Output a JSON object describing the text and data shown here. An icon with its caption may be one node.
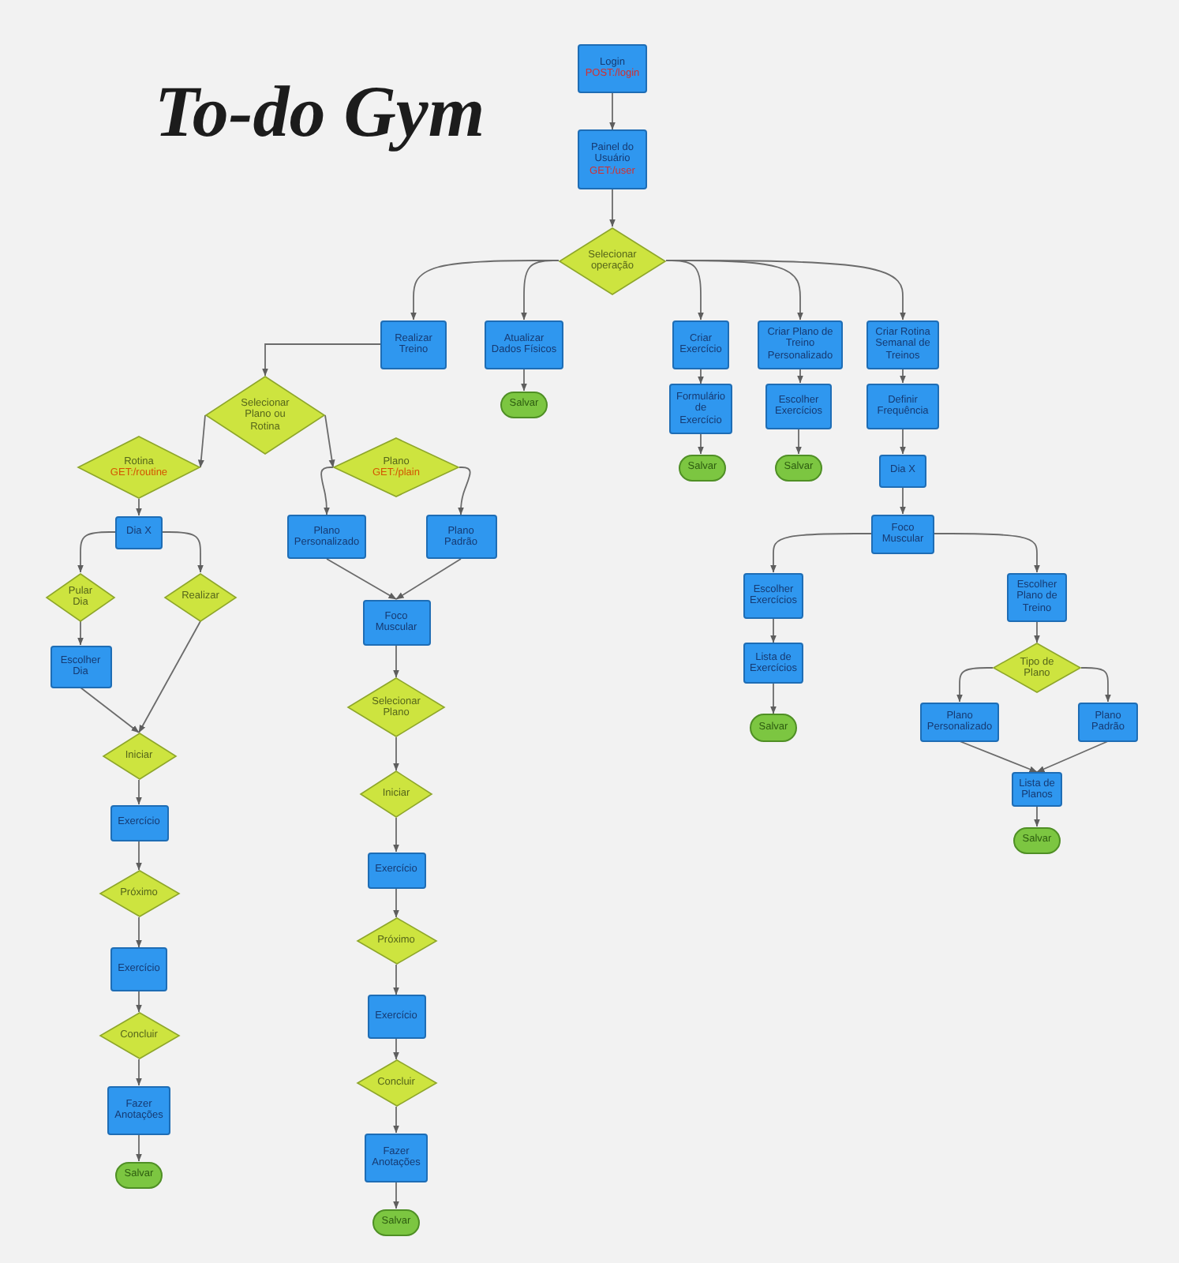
{
  "diagram": {
    "title": "To-do Gym",
    "nodes": [
      {
        "text": [
          "Login",
          "POST:/login"
        ]
      },
      {
        "text": [
          "Painel do Usuário",
          "GET:/user"
        ]
      },
      {
        "text": [
          "Selecionar operação"
        ]
      },
      {
        "text": [
          "Realizar Treino"
        ]
      },
      {
        "text": [
          "Atualizar Dados Físicos"
        ]
      },
      {
        "text": [
          "Criar Exercício"
        ]
      },
      {
        "text": [
          "Criar Plano de Treino Personalizado"
        ]
      },
      {
        "text": [
          "Criar Rotina Semanal de Treinos"
        ]
      },
      {
        "text": [
          "Selecionar Plano ou Rotina"
        ]
      },
      {
        "text": [
          "Formulário de Exercício"
        ]
      },
      {
        "text": [
          "Escolher Exercícios"
        ]
      },
      {
        "text": [
          "Definir Frequência"
        ]
      },
      {
        "text": [
          "Salvar"
        ]
      },
      {
        "text": [
          "Rotina",
          "GET:/routine"
        ]
      },
      {
        "text": [
          "Plano",
          "GET:/plain"
        ]
      },
      {
        "text": [
          "Salvar"
        ]
      },
      {
        "text": [
          "Salvar"
        ]
      },
      {
        "text": [
          "Dia X"
        ]
      },
      {
        "text": [
          "Dia X"
        ]
      },
      {
        "text": [
          "Plano Personalizado"
        ]
      },
      {
        "text": [
          "Plano Padrão"
        ]
      },
      {
        "text": [
          "Foco Muscular"
        ]
      },
      {
        "text": [
          "Escolher Exercícios"
        ]
      },
      {
        "text": [
          "Escolher Plano de Treino"
        ]
      },
      {
        "text": [
          "Pular Dia"
        ]
      },
      {
        "text": [
          "Realizar"
        ]
      },
      {
        "text": [
          "Foco Muscular"
        ]
      },
      {
        "text": [
          "Lista de Exercícios"
        ]
      },
      {
        "text": [
          "Escolher Dia"
        ]
      },
      {
        "text": [
          "Tipo de Plano"
        ]
      },
      {
        "text": [
          "Selecionar Plano"
        ]
      },
      {
        "text": [
          "Plano Personalizado"
        ]
      },
      {
        "text": [
          "Plano Padrão"
        ]
      },
      {
        "text": [
          "Salvar"
        ]
      },
      {
        "text": [
          "Iniciar"
        ]
      },
      {
        "text": [
          "Lista de Planos"
        ]
      },
      {
        "text": [
          "Iniciar"
        ]
      },
      {
        "text": [
          "Exercício"
        ]
      },
      {
        "text": [
          "Salvar"
        ]
      },
      {
        "text": [
          "Exercício"
        ]
      },
      {
        "text": [
          "Próximo"
        ]
      },
      {
        "text": [
          "Próximo"
        ]
      },
      {
        "text": [
          "Exercício"
        ]
      },
      {
        "text": [
          "Exercício"
        ]
      },
      {
        "text": [
          "Concluir"
        ]
      },
      {
        "text": [
          "Concluir"
        ]
      },
      {
        "text": [
          "Fazer Anotações"
        ]
      },
      {
        "text": [
          "Salvar"
        ]
      },
      {
        "text": [
          "Fazer Anotações"
        ]
      },
      {
        "text": [
          "Salvar"
        ]
      }
    ],
    "edges": [
      {
        "from": 0,
        "to": 1,
        "arrow": "to"
      },
      {
        "from": 1,
        "to": 2,
        "arrow": "to"
      },
      {
        "from": 2,
        "to": 3,
        "arrow": "to"
      },
      {
        "from": 2,
        "to": 4,
        "arrow": "to"
      },
      {
        "from": 2,
        "to": 5,
        "arrow": "to"
      },
      {
        "from": 2,
        "to": 6,
        "arrow": "to"
      },
      {
        "from": 2,
        "to": 7,
        "arrow": "to"
      },
      {
        "from": 3,
        "to": 8,
        "arrow": "to"
      },
      {
        "from": 4,
        "to": 12,
        "arrow": "to"
      },
      {
        "from": 5,
        "to": 9,
        "arrow": "to"
      },
      {
        "from": 9,
        "to": 15,
        "arrow": "to"
      },
      {
        "from": 6,
        "to": 10,
        "arrow": "to"
      },
      {
        "from": 10,
        "to": 16,
        "arrow": "to"
      },
      {
        "from": 7,
        "to": 11,
        "arrow": "to"
      },
      {
        "from": 11,
        "to": 17,
        "arrow": "to"
      },
      {
        "from": 17,
        "to": 21,
        "arrow": "to"
      },
      {
        "from": 21,
        "to": 22,
        "arrow": "to"
      },
      {
        "from": 21,
        "to": 23,
        "arrow": "to"
      },
      {
        "from": 22,
        "to": 27,
        "arrow": "to"
      },
      {
        "from": 27,
        "to": 33,
        "arrow": "to"
      },
      {
        "from": 23,
        "to": 29,
        "arrow": "to"
      },
      {
        "from": 29,
        "to": 31,
        "arrow": "to"
      },
      {
        "from": 29,
        "to": 32,
        "arrow": "to"
      },
      {
        "from": 31,
        "to": 35,
        "arrow": "to"
      },
      {
        "from": 32,
        "to": 35,
        "arrow": "to"
      },
      {
        "from": 35,
        "to": 38,
        "arrow": "to"
      },
      {
        "from": 8,
        "to": 13,
        "arrow": "to"
      },
      {
        "from": 8,
        "to": 14,
        "arrow": "to"
      },
      {
        "from": 13,
        "to": 18,
        "arrow": "to"
      },
      {
        "from": 18,
        "to": 24,
        "arrow": "to"
      },
      {
        "from": 18,
        "to": 25,
        "arrow": "to"
      },
      {
        "from": 24,
        "to": 28,
        "arrow": "to"
      },
      {
        "from": 28,
        "to": 34,
        "arrow": "to"
      },
      {
        "from": 25,
        "to": 34,
        "arrow": "to"
      },
      {
        "from": 34,
        "to": 37,
        "arrow": "to"
      },
      {
        "from": 37,
        "to": 40,
        "arrow": "to"
      },
      {
        "from": 40,
        "to": 42,
        "arrow": "to"
      },
      {
        "from": 42,
        "to": 44,
        "arrow": "to"
      },
      {
        "from": 44,
        "to": 46,
        "arrow": "to"
      },
      {
        "from": 46,
        "to": 47,
        "arrow": "to"
      },
      {
        "from": 14,
        "to": 19,
        "arrow": "to"
      },
      {
        "from": 14,
        "to": 20,
        "arrow": "to"
      },
      {
        "from": 19,
        "to": 26,
        "arrow": "to"
      },
      {
        "from": 20,
        "to": 26,
        "arrow": "to"
      },
      {
        "from": 26,
        "to": 30,
        "arrow": "to"
      },
      {
        "from": 30,
        "to": 36,
        "arrow": "to"
      },
      {
        "from": 36,
        "to": 39,
        "arrow": "to"
      },
      {
        "from": 39,
        "to": 41,
        "arrow": "to"
      },
      {
        "from": 41,
        "to": 43,
        "arrow": "to"
      },
      {
        "from": 43,
        "to": 45,
        "arrow": "to"
      },
      {
        "from": 45,
        "to": 48,
        "arrow": "to"
      },
      {
        "from": 48,
        "to": 49,
        "arrow": "to"
      }
    ]
  }
}
